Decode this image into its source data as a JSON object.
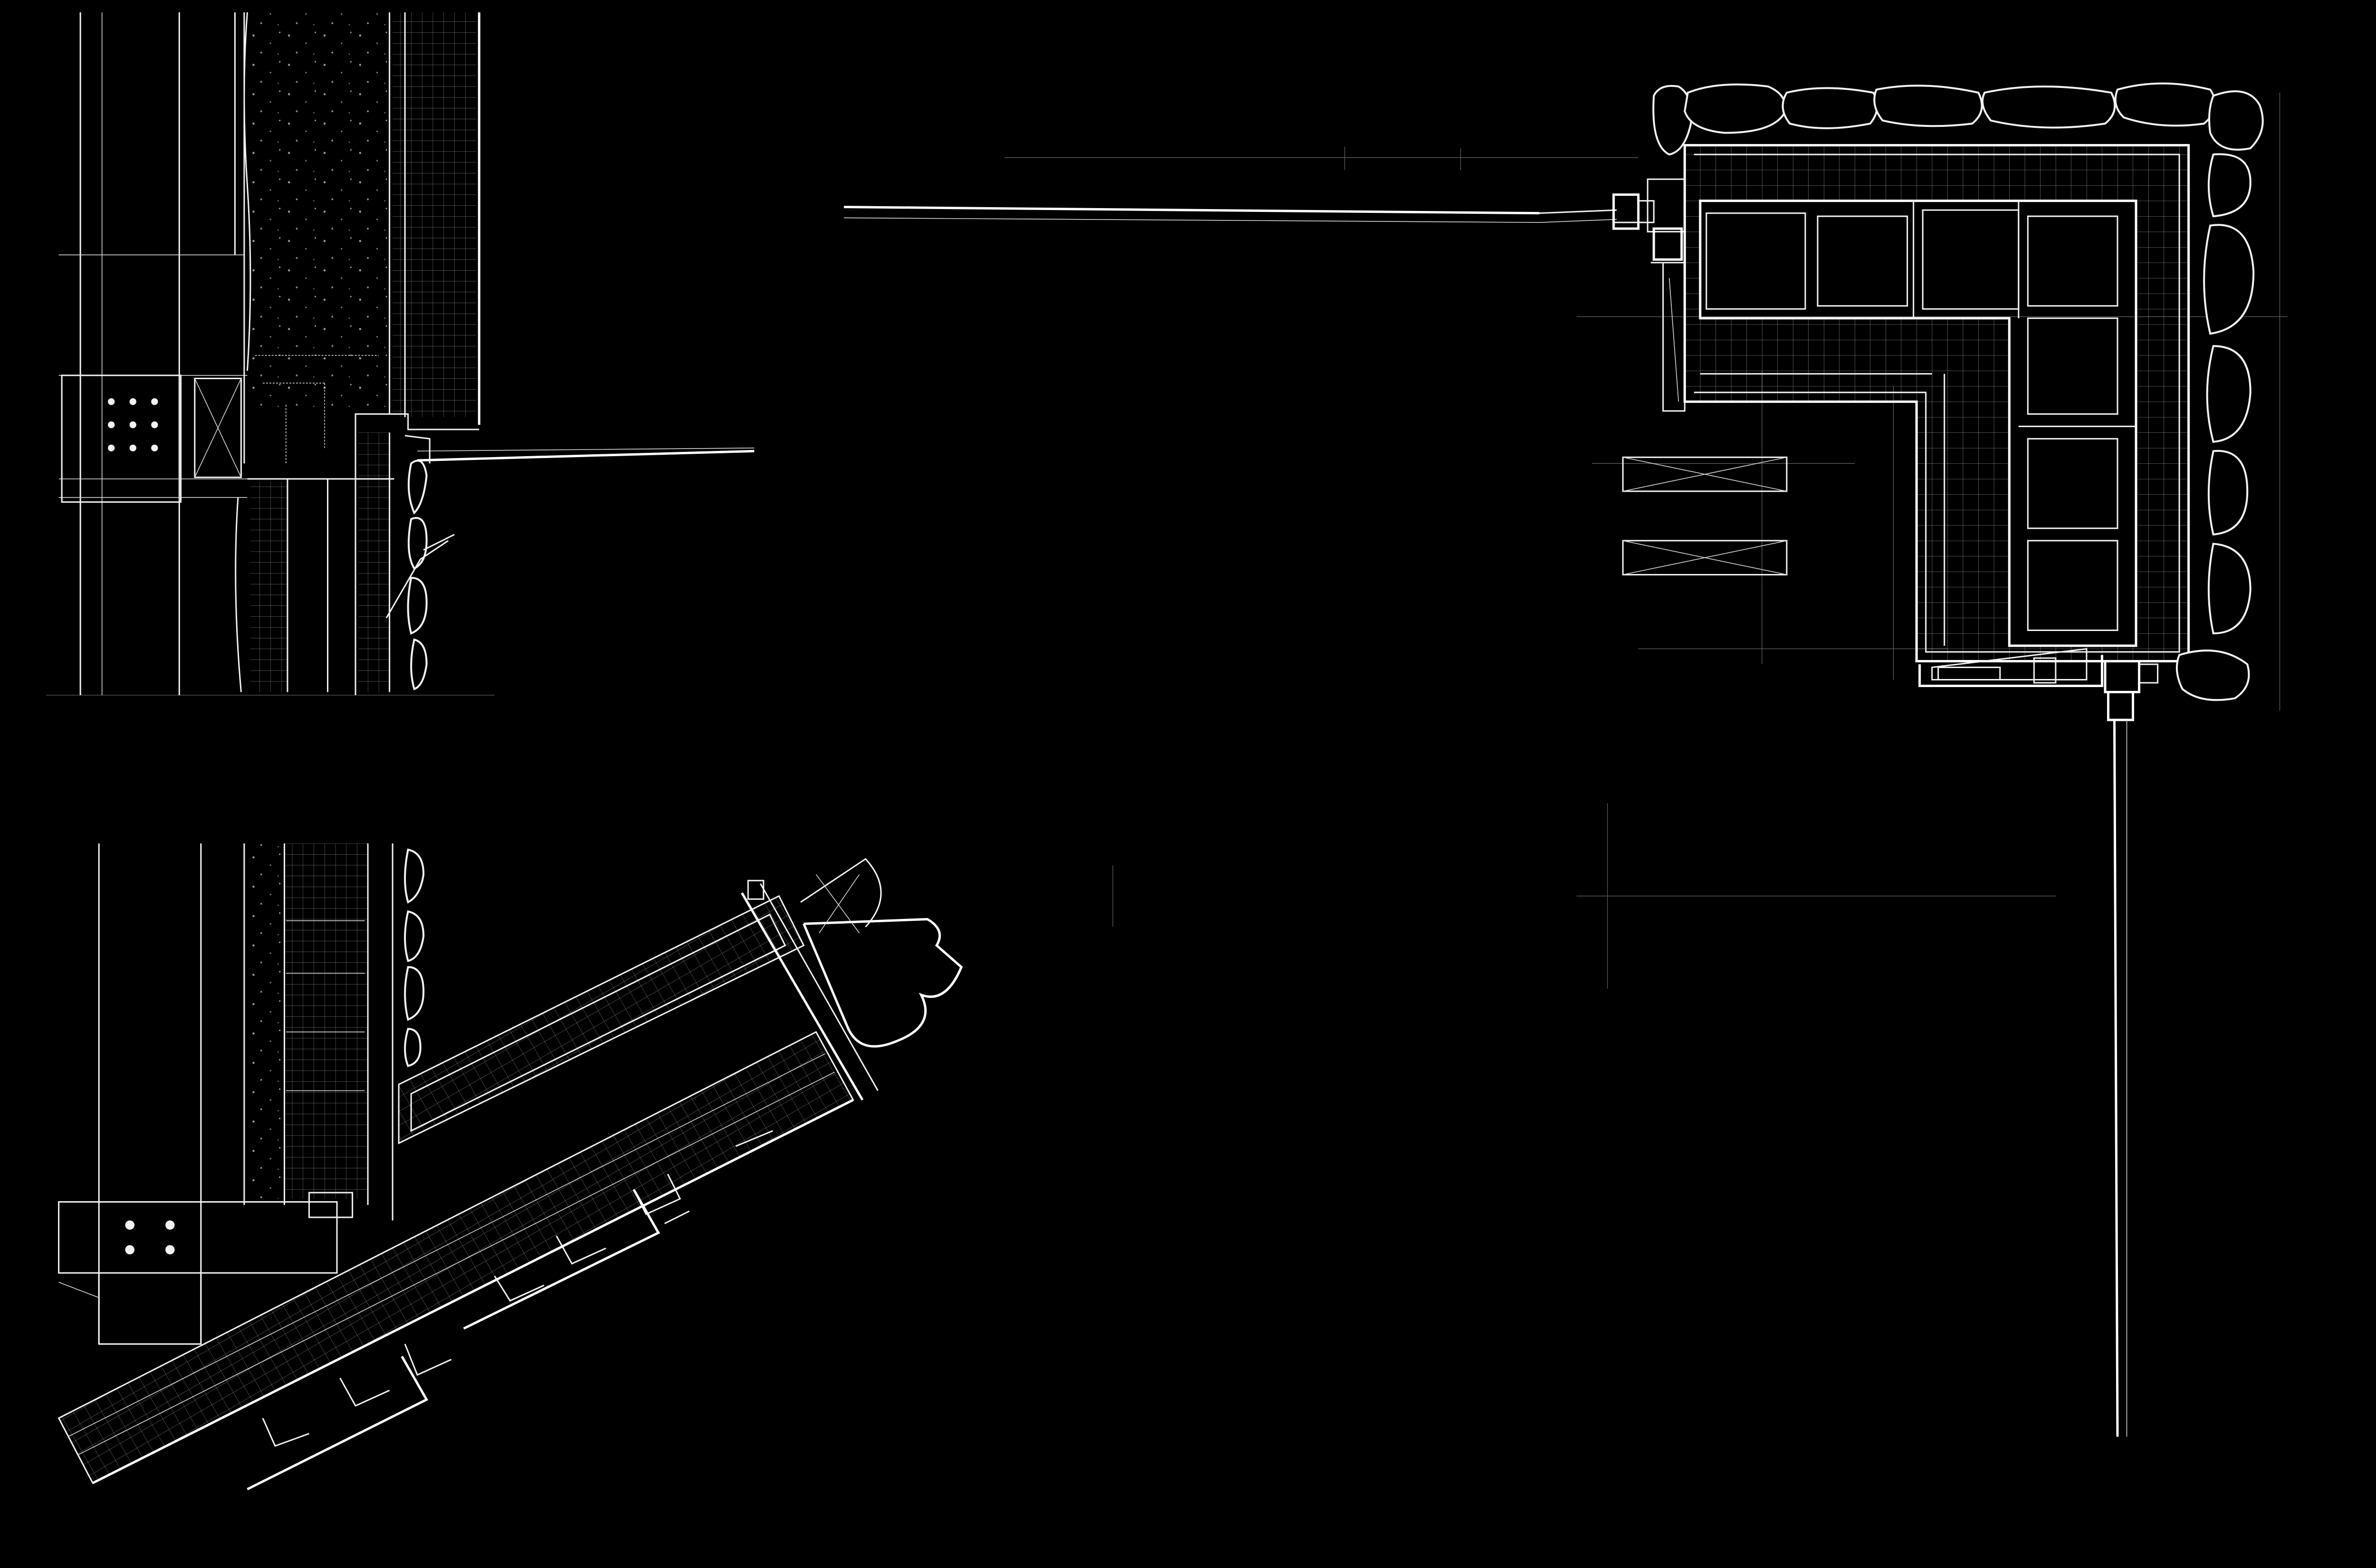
{
  "sheet": {
    "background": "#000000",
    "line_color": "#f2f2f2",
    "fine_line_color": "#666666"
  },
  "details": [
    {
      "id": "wall-roof-junction",
      "view": "section"
    },
    {
      "id": "sloped-roof-eave",
      "view": "section"
    },
    {
      "id": "corner-plan",
      "view": "plan"
    }
  ]
}
